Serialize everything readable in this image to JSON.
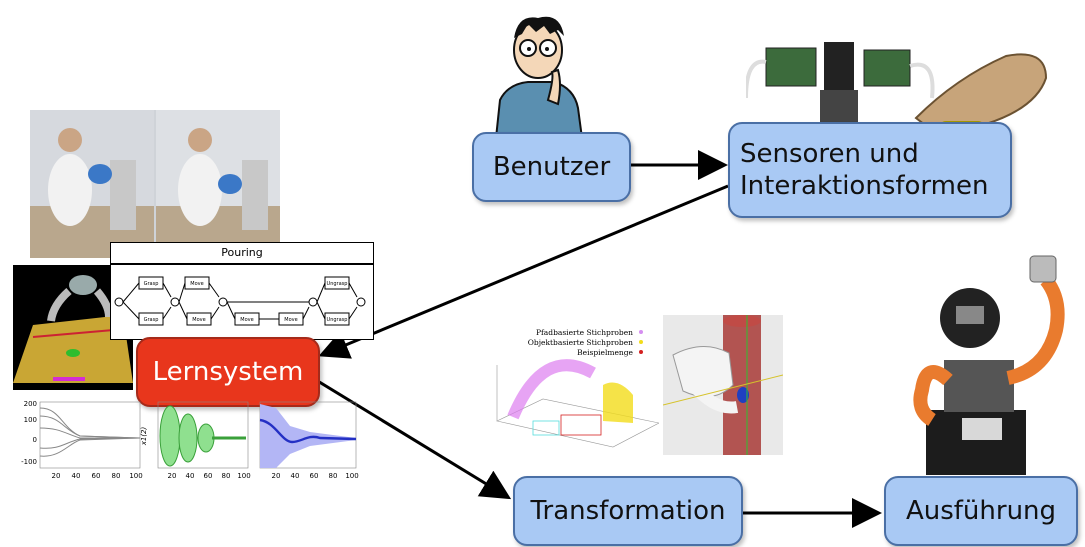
{
  "nodes": {
    "benutzer": "Benutzer",
    "sensoren_line1": "Sensoren und",
    "sensoren_line2": "Interaktionsformen",
    "lernsystem": "Lernsystem",
    "transformation": "Transformation",
    "ausfuehrung": "Ausführung"
  },
  "pouring": {
    "title": "Pouring",
    "nodes": [
      "Grasp",
      "Grasp",
      "Move",
      "Move",
      "Move",
      "Move",
      "Ungrasp",
      "Ungrasp"
    ]
  },
  "plots": {
    "yticks": [
      "200",
      "100",
      "0",
      "-100"
    ],
    "xticks_a": [
      "20",
      "40",
      "60",
      "80",
      "100"
    ],
    "xticks_b": [
      "20",
      "40",
      "60",
      "80",
      "100"
    ],
    "xticks_c": [
      "20",
      "40",
      "60",
      "80",
      "100"
    ],
    "ylabel": "x1(2)"
  },
  "scatter_legend": {
    "l1": "Pfadbasierte Stichproben",
    "l2": "Objektbasierte Stichproben",
    "l3": "Beispielmenge"
  },
  "colors": {
    "box_fill": "#a9c9f4",
    "box_border": "#4a6fa5",
    "lern_fill": "#e8361c",
    "arrow": "#000000"
  }
}
